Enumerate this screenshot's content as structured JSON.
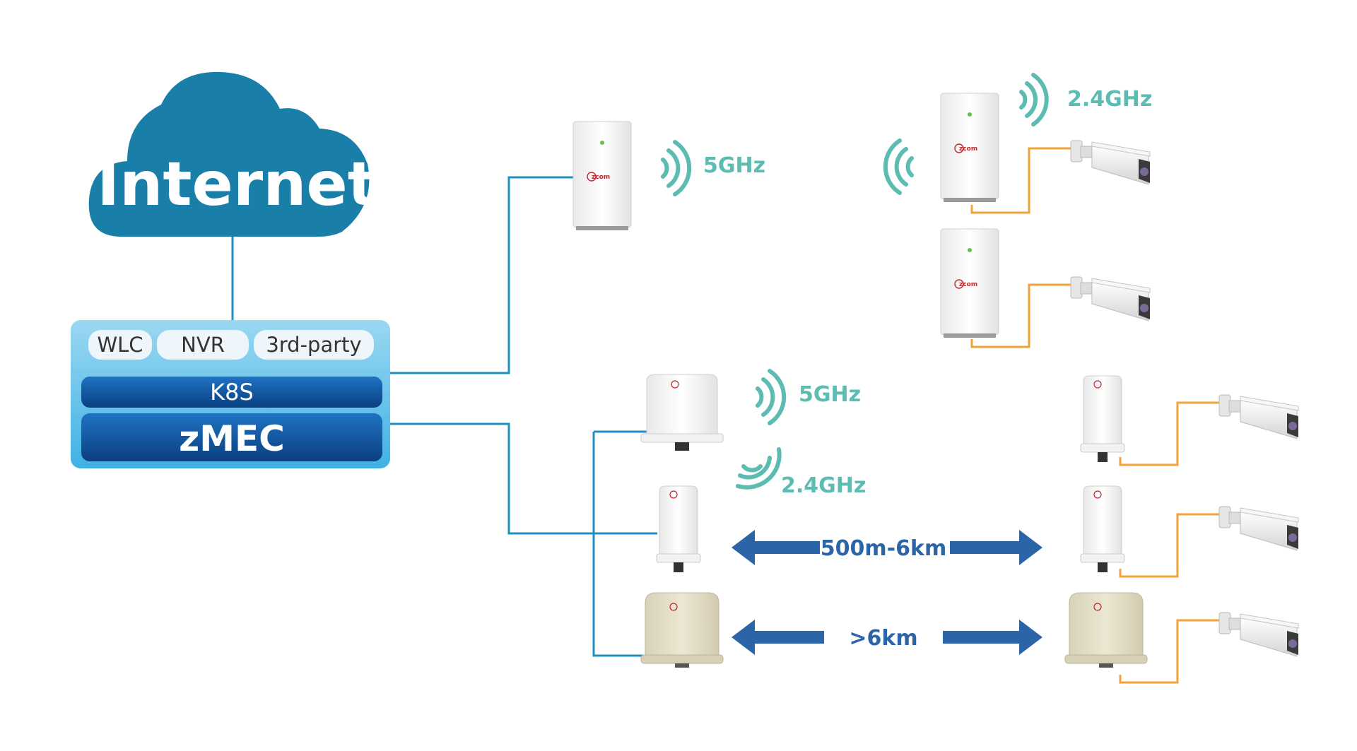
{
  "internet_label": "Internet",
  "server": {
    "modules": [
      "WLC",
      "NVR",
      "3rd-party"
    ],
    "layer": "K8S",
    "platform": "zMEC"
  },
  "links": {
    "ap_top_5ghz": "5GHz",
    "ap_top_24ghz": "2.4GHz",
    "outdoor_5ghz": "5GHz",
    "outdoor_24ghz": "2.4GHz",
    "range_short": "500m-6km",
    "range_long": ">6km"
  },
  "device_logo": "zcom",
  "colors": {
    "cloud": "#1a7fa8",
    "wired_link": "#1f8fc0",
    "camera_link": "#f2a23a",
    "wireless": "#5dbcb2",
    "range_arrow": "#2c64a8",
    "server_bg": "#5bbde9",
    "server_bar": "#0d4f96"
  }
}
